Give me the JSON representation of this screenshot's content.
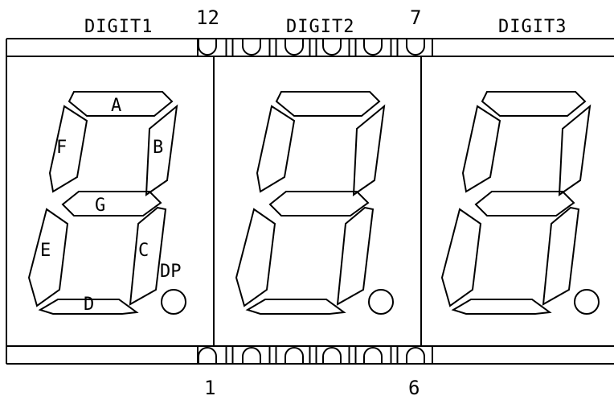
{
  "digits": [
    "DIGIT1",
    "DIGIT2",
    "DIGIT3"
  ],
  "pins": {
    "top_left": "12",
    "top_right": "7",
    "bottom_left": "1",
    "bottom_right": "6"
  },
  "segments": [
    "A",
    "B",
    "C",
    "D",
    "E",
    "F",
    "G"
  ],
  "decimal_point": "DP"
}
